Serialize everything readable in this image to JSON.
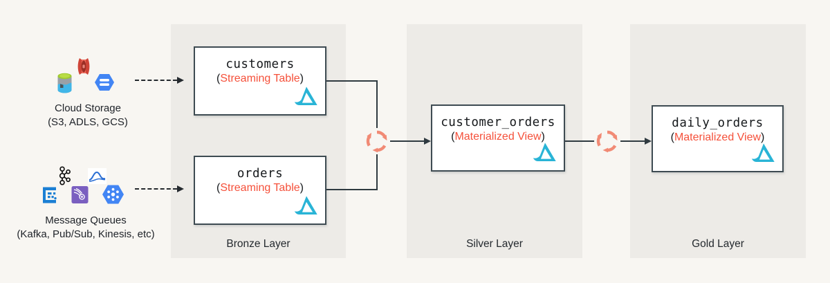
{
  "diagram": {
    "description": "Medallion architecture pipeline with streaming tables and materialized views",
    "colors": {
      "background": "#f8f6f2",
      "layer_background": "#edebe7",
      "node_border": "#3e4b52",
      "connector": "#2f3a40",
      "accent_red": "#f5503a",
      "dlt_logo_cyan": "#29b4d6",
      "refresh_salmon": "#f18a75"
    }
  },
  "sources": {
    "cloud_storage": {
      "title": "Cloud Storage",
      "subtitle": "(S3, ADLS, GCS)",
      "icons": [
        "s3-icon",
        "adls-icon",
        "gcs-icon"
      ]
    },
    "message_queues": {
      "title": "Message Queues",
      "subtitle": "(Kafka, Pub/Sub, Kinesis, etc)",
      "icons": [
        "kafka-icon",
        "stream-wave-icon",
        "event-hubs-icon",
        "kinesis-icon",
        "pubsub-icon"
      ]
    }
  },
  "layers": [
    {
      "label": "Bronze Layer"
    },
    {
      "label": "Silver Layer"
    },
    {
      "label": "Gold Layer"
    }
  ],
  "nodes": [
    {
      "name": "customers",
      "open": "(",
      "kind": "Streaming Table",
      "close": ")",
      "layer": "Bronze Layer"
    },
    {
      "name": "orders",
      "open": "(",
      "kind": "Streaming Table",
      "close": ")",
      "layer": "Bronze Layer"
    },
    {
      "name": "customer_orders",
      "open": "(",
      "kind": "Materialized View",
      "close": ")",
      "layer": "Silver Layer"
    },
    {
      "name": "daily_orders",
      "open": "(",
      "kind": "Materialized View",
      "close": ")",
      "layer": "Gold Layer"
    }
  ],
  "edges": [
    {
      "from": "cloud-storage",
      "to": "customers",
      "style": "dashed"
    },
    {
      "from": "message-queues",
      "to": "orders",
      "style": "dashed"
    },
    {
      "from": "customers",
      "to": "customer_orders",
      "via": "refresh-icon"
    },
    {
      "from": "orders",
      "to": "customer_orders",
      "via": "refresh-icon"
    },
    {
      "from": "customer_orders",
      "to": "daily_orders",
      "via": "refresh-icon"
    }
  ]
}
